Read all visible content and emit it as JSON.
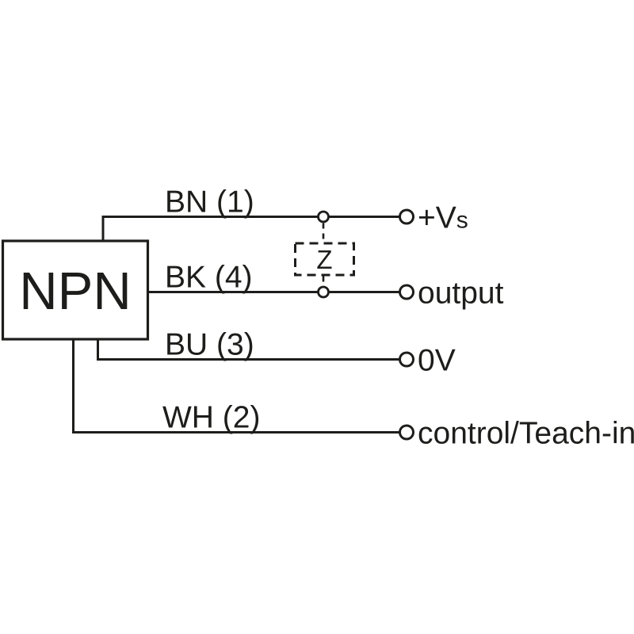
{
  "colors": {
    "background": "#ffffff",
    "line": "#1d1d1b"
  },
  "diagram": {
    "device_label": "NPN",
    "impedance_label": "Z",
    "wires": [
      {
        "label": "BN (1)",
        "terminal": "+V",
        "terminal_small": "s"
      },
      {
        "label": "BK (4)",
        "terminal": "output",
        "terminal_small": ""
      },
      {
        "label": "BU (3)",
        "terminal": "0V",
        "terminal_small": ""
      },
      {
        "label": "WH (2)",
        "terminal": "control/Teach-in",
        "terminal_small": ""
      }
    ]
  }
}
